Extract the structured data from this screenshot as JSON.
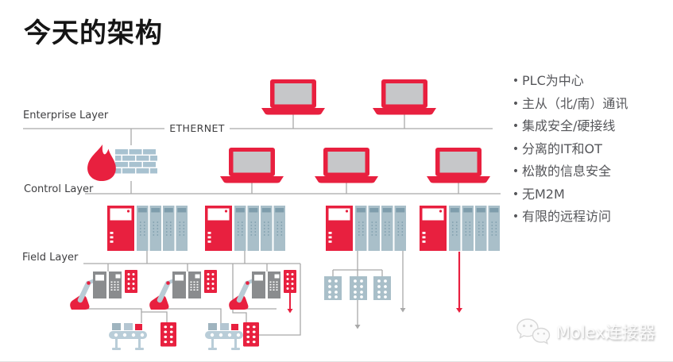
{
  "slide": {
    "title": "今天的架构"
  },
  "diagram": {
    "layers": [
      {
        "label": "Enterprise Layer"
      },
      {
        "label": "Control Layer"
      },
      {
        "label": "Field Layer"
      }
    ],
    "bus_label": "ETHERNET",
    "icons": [
      "laptop-icon",
      "firewall-icon",
      "plc-rack-icon",
      "robot-arm-icon",
      "hmi-cabinet-icon",
      "io-block-icon",
      "conveyor-icon",
      "down-arrow-icon"
    ]
  },
  "bullets": {
    "items": [
      "PLC为中心",
      "主从（北/南）通讯",
      "集成安全/硬接线",
      "分离的IT和OT",
      "松散的信息安全",
      "无M2M",
      "有限的远程访问"
    ]
  },
  "watermark": {
    "text": "Molex连接器",
    "icon": "wechat-icon"
  },
  "colors": {
    "accent_red": "#E8203F",
    "steel_blue": "#A9BFC9",
    "steel_dark": "#7E9DAC",
    "brick_blue": "#A8C2D0",
    "conveyor_blue": "#B9CDD8",
    "cabinet_gray": "#8A8C8E",
    "line_gray": "#A9A9A9",
    "text_dark": "#3E3E40",
    "bullet_text": "#55565A"
  }
}
